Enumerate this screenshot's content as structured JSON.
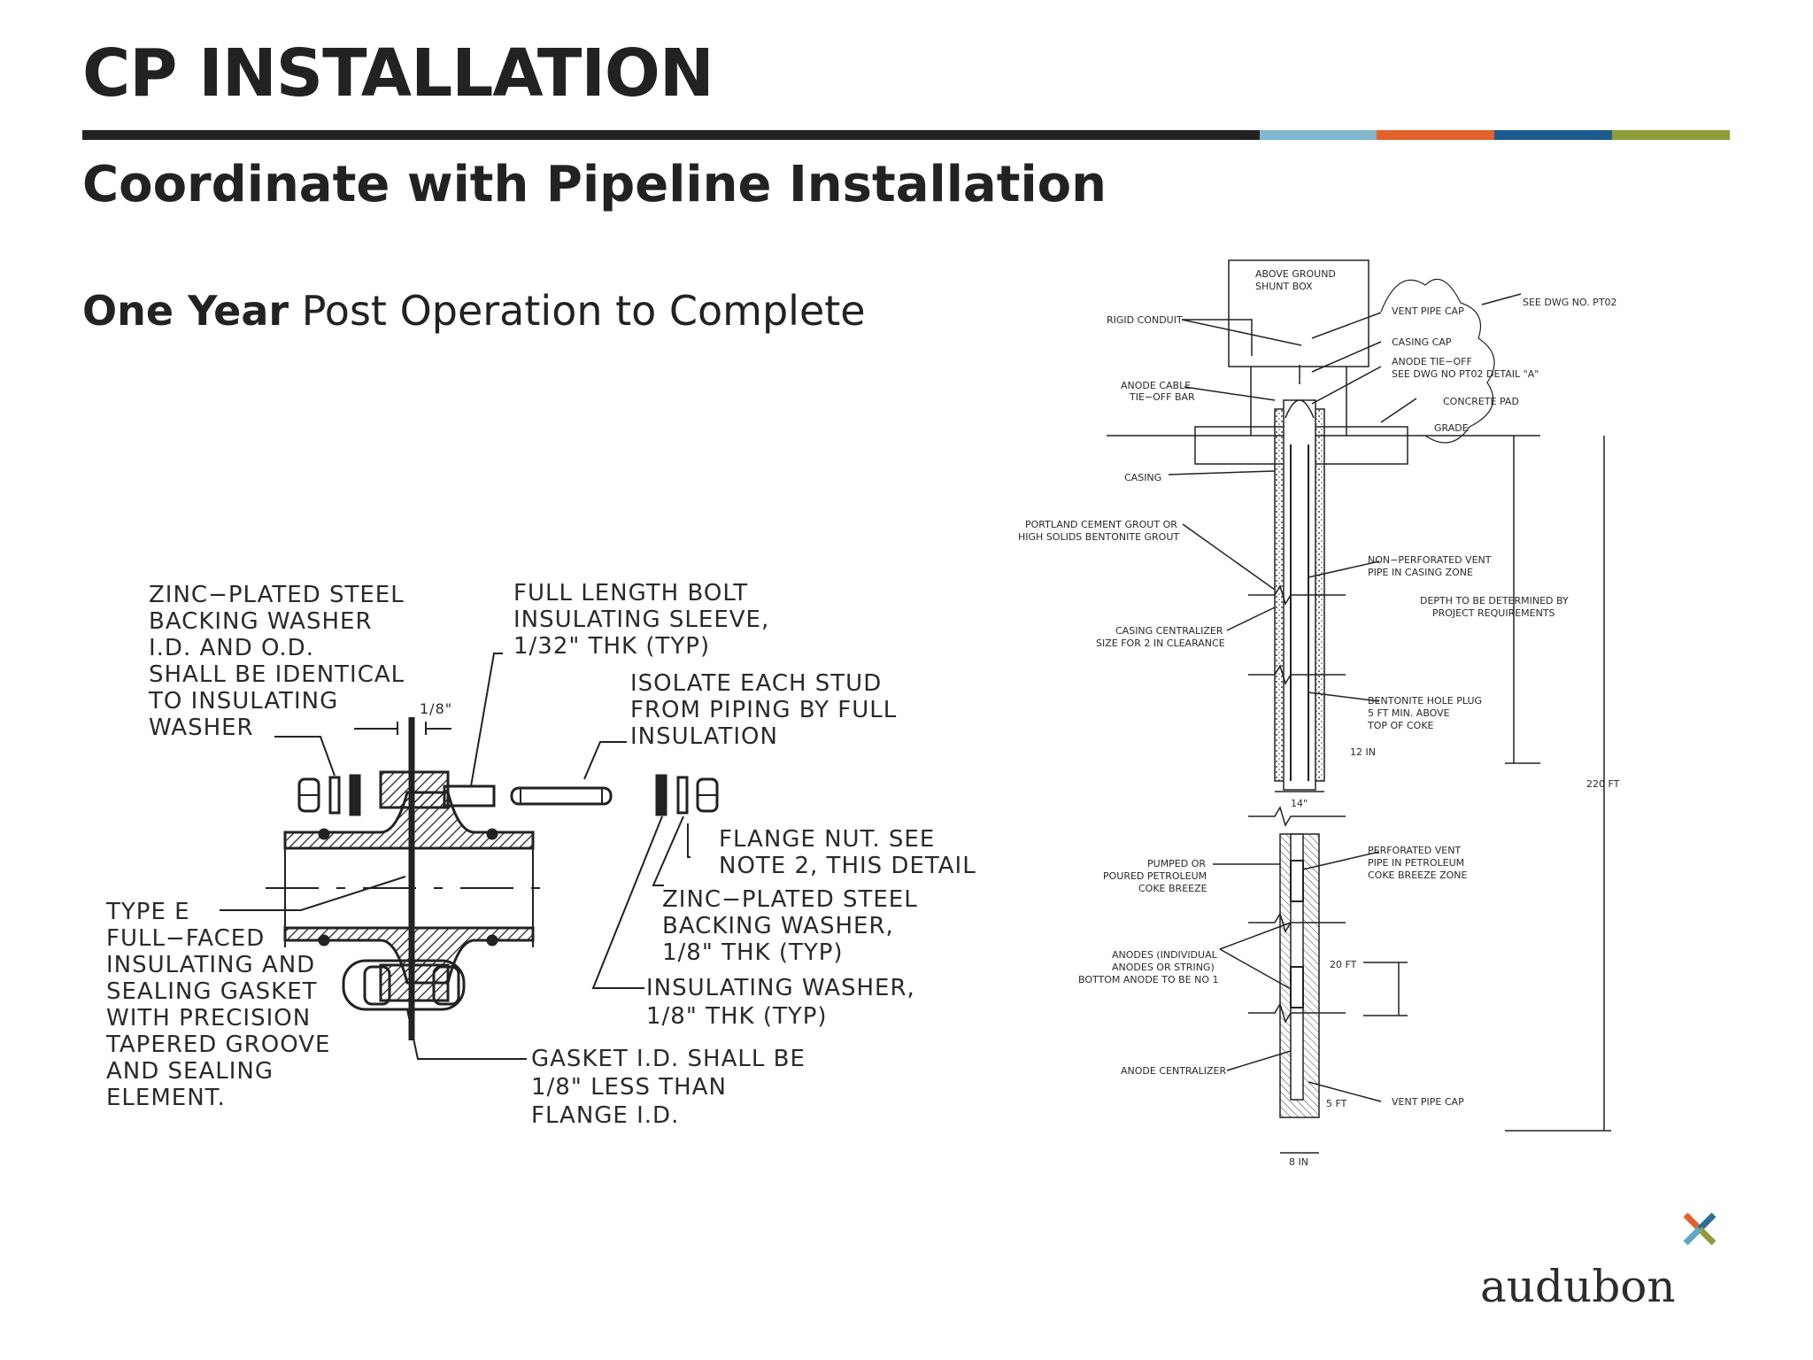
{
  "header": {
    "title": "CP INSTALLATION",
    "subtitle": "Coordinate with Pipeline Installation",
    "rule_colors": [
      "#222222",
      "#7fb7cd",
      "#e2622a",
      "#1f5a8e",
      "#8f9c3a"
    ]
  },
  "body": {
    "emphasis": "One Year",
    "rest": " Post Operation to Complete"
  },
  "flange_detail": {
    "labels": {
      "zinc_washer": [
        "ZINC−PLATED STEEL",
        "BACKING WASHER",
        "I.D. AND O.D.",
        "SHALL BE IDENTICAL",
        "TO INSULATING",
        "WASHER"
      ],
      "bolt_sleeve": [
        "FULL LENGTH BOLT",
        "INSULATING SLEEVE,",
        "1/32\" THK (TYP)"
      ],
      "isolate_stud": [
        "ISOLATE EACH STUD",
        "FROM PIPING BY FULL",
        "INSULATION"
      ],
      "dim_eighth": "1/8\"",
      "flange_nut": [
        "FLANGE NUT. SEE",
        "NOTE 2, THIS DETAIL"
      ],
      "zinc_washer_right": [
        "ZINC−PLATED STEEL",
        "BACKING WASHER,",
        "1/8\" THK (TYP)"
      ],
      "insulating_washer": [
        "INSULATING WASHER,",
        "1/8\" THK (TYP)"
      ],
      "gasket_type": [
        "TYPE E",
        "FULL−FACED",
        "INSULATING AND",
        "SEALING GASKET",
        "WITH PRECISION",
        "TAPERED GROOVE",
        "AND SEALING",
        "ELEMENT."
      ],
      "gasket_id": [
        "GASKET I.D. SHALL BE",
        "1/8\" LESS THAN",
        "FLANGE I.D."
      ]
    }
  },
  "anode_detail": {
    "labels": {
      "shunt_box": [
        "ABOVE GROUND",
        "SHUNT BOX"
      ],
      "rigid_conduit": "RIGID CONDUIT",
      "vent_pipe_cap_top": "VENT PIPE CAP",
      "see_dwg": "SEE DWG NO. PT02",
      "casing_cap": "CASING CAP",
      "anode_tieoff": [
        "ANODE TIE−OFF",
        "SEE DWG NO PT02 DETAIL \"A\""
      ],
      "anode_cable": [
        "ANODE CABLE",
        "TIE−OFF BAR"
      ],
      "concrete_pad": "CONCRETE PAD",
      "grade": "GRADE",
      "casing": "CASING",
      "grout": [
        "PORTLAND CEMENT GROUT OR",
        "HIGH SOLIDS BENTONITE GROUT"
      ],
      "non_perforated": [
        "NON−PERFORATED VENT",
        "PIPE IN CASING ZONE"
      ],
      "depth": [
        "DEPTH TO BE DETERMINED BY",
        "PROJECT REQUIREMENTS"
      ],
      "centralizer": [
        "CASING CENTRALIZER",
        "SIZE FOR 2 IN CLEARANCE"
      ],
      "bentonite": [
        "BENTONITE HOLE PLUG",
        "5 FT MIN. ABOVE",
        "TOP OF COKE"
      ],
      "dim_12in": "12 IN",
      "dim_220ft": "220 FT",
      "dim_14": "14\"",
      "pumped": [
        "PUMPED OR",
        "POURED PETROLEUM",
        "COKE BREEZE"
      ],
      "perforated": [
        "PERFORATED VENT",
        "PIPE IN PETROLEUM",
        "COKE BREEZE ZONE"
      ],
      "anodes": [
        "ANODES (INDIVIDUAL",
        "ANODES OR STRING)",
        "BOTTOM ANODE TO BE NO 1"
      ],
      "dim_20ft": "20 FT",
      "anode_centralizer": "ANODE CENTRALIZER",
      "dim_5ft": "5 FT",
      "vent_pipe_cap_bottom": "VENT PIPE CAP",
      "dim_8in": "8 IN"
    }
  },
  "logo": {
    "text": "audubon",
    "mark_colors": [
      "#e2622a",
      "#2c6e97",
      "#8f9c3a",
      "#5fa7c3"
    ]
  }
}
